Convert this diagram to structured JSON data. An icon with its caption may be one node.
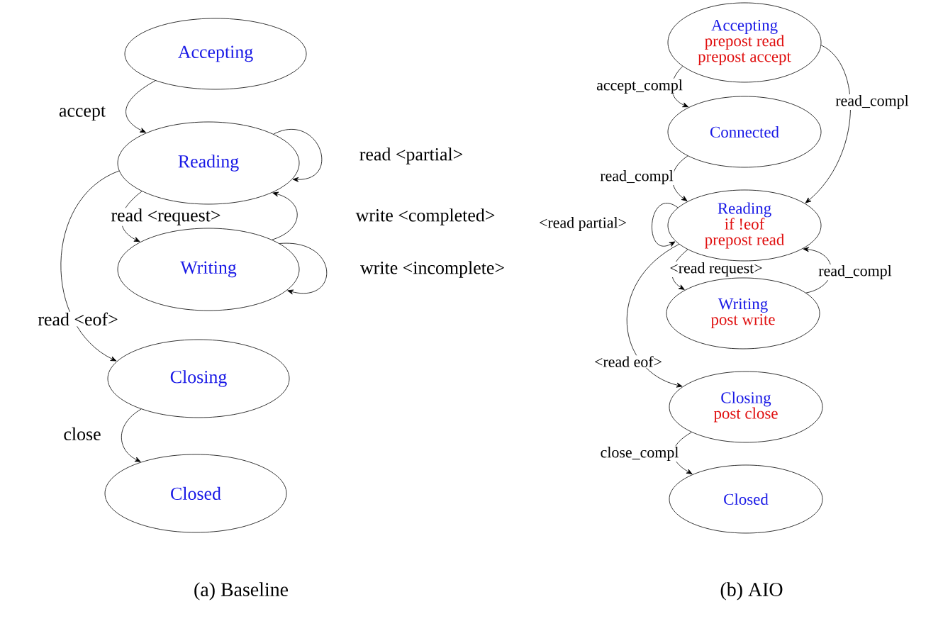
{
  "diagram": {
    "nodes": [
      {
        "text": [
          "Accepting"
        ]
      },
      {
        "text": [
          "Reading"
        ]
      },
      {
        "text": [
          "Writing"
        ]
      },
      {
        "text": [
          "Closing"
        ]
      },
      {
        "text": [
          "Closed"
        ]
      },
      {
        "text": [
          "Accepting",
          "prepost read",
          "prepost accept"
        ]
      },
      {
        "text": [
          "Connected"
        ]
      },
      {
        "text": [
          "Reading",
          "if !eof",
          "prepost read"
        ]
      },
      {
        "text": [
          "Writing",
          "post write"
        ]
      },
      {
        "text": [
          "Closing",
          "post close"
        ]
      },
      {
        "text": [
          "Closed"
        ]
      }
    ],
    "edges": [
      {
        "from": 0,
        "to": 1,
        "arrow": "to",
        "label": "accept"
      },
      {
        "from": 1,
        "to": 1,
        "arrow": "to",
        "label": "read <partial>"
      },
      {
        "from": 1,
        "to": 2,
        "arrow": "to",
        "label": "read <request>"
      },
      {
        "from": 2,
        "to": 1,
        "arrow": "to",
        "label": "write <completed>"
      },
      {
        "from": 2,
        "to": 2,
        "arrow": "to",
        "label": "write <incomplete>"
      },
      {
        "from": 1,
        "to": 3,
        "arrow": "to",
        "label": "read <eof>"
      },
      {
        "from": 3,
        "to": 4,
        "arrow": "to",
        "label": "close"
      },
      {
        "from": 5,
        "to": 6,
        "arrow": "to",
        "label": "accept_compl"
      },
      {
        "from": 5,
        "to": 7,
        "arrow": "to",
        "label": "read_compl"
      },
      {
        "from": 6,
        "to": 7,
        "arrow": "to",
        "label": "read_compl"
      },
      {
        "from": 7,
        "to": 7,
        "arrow": "to",
        "label": "<read partial>"
      },
      {
        "from": 7,
        "to": 8,
        "arrow": "to",
        "label": "<read request>"
      },
      {
        "from": 8,
        "to": 7,
        "arrow": "to",
        "label": "read_compl"
      },
      {
        "from": 7,
        "to": 9,
        "arrow": "to",
        "label": "<read eof>"
      },
      {
        "from": 9,
        "to": 10,
        "arrow": "to",
        "label": "close_compl"
      }
    ],
    "labels": [
      "(a) Baseline",
      "(b) AIO"
    ]
  }
}
